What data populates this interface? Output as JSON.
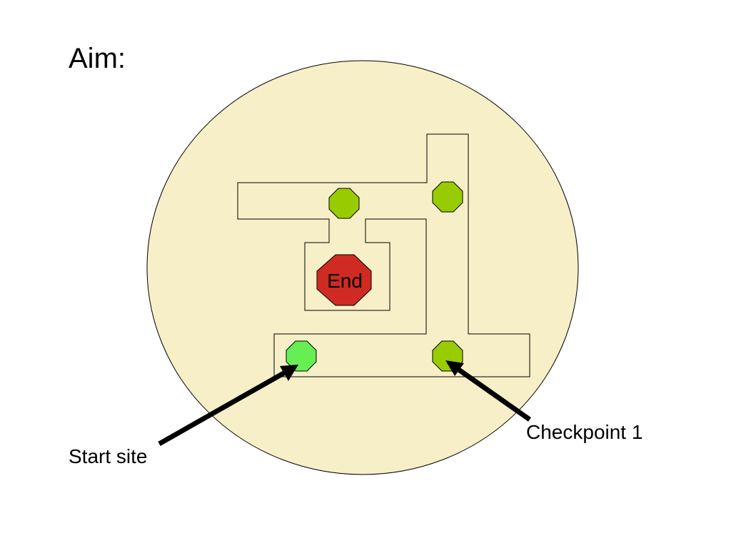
{
  "slide": {
    "title": "Aim:",
    "labels": {
      "start": "Start site",
      "checkpoint": "Checkpoint 1",
      "end": "End"
    }
  },
  "colors": {
    "dish_fill": "#f7efc8",
    "outline": "#000000",
    "checkpoint_fill": "#99cc00",
    "start_fill": "#66ee55",
    "end_fill": "#d02a22",
    "arrow": "#000000"
  },
  "icons": {
    "checkpoint": "octagon",
    "end": "stop-octagon",
    "arrow": "black-arrow"
  }
}
